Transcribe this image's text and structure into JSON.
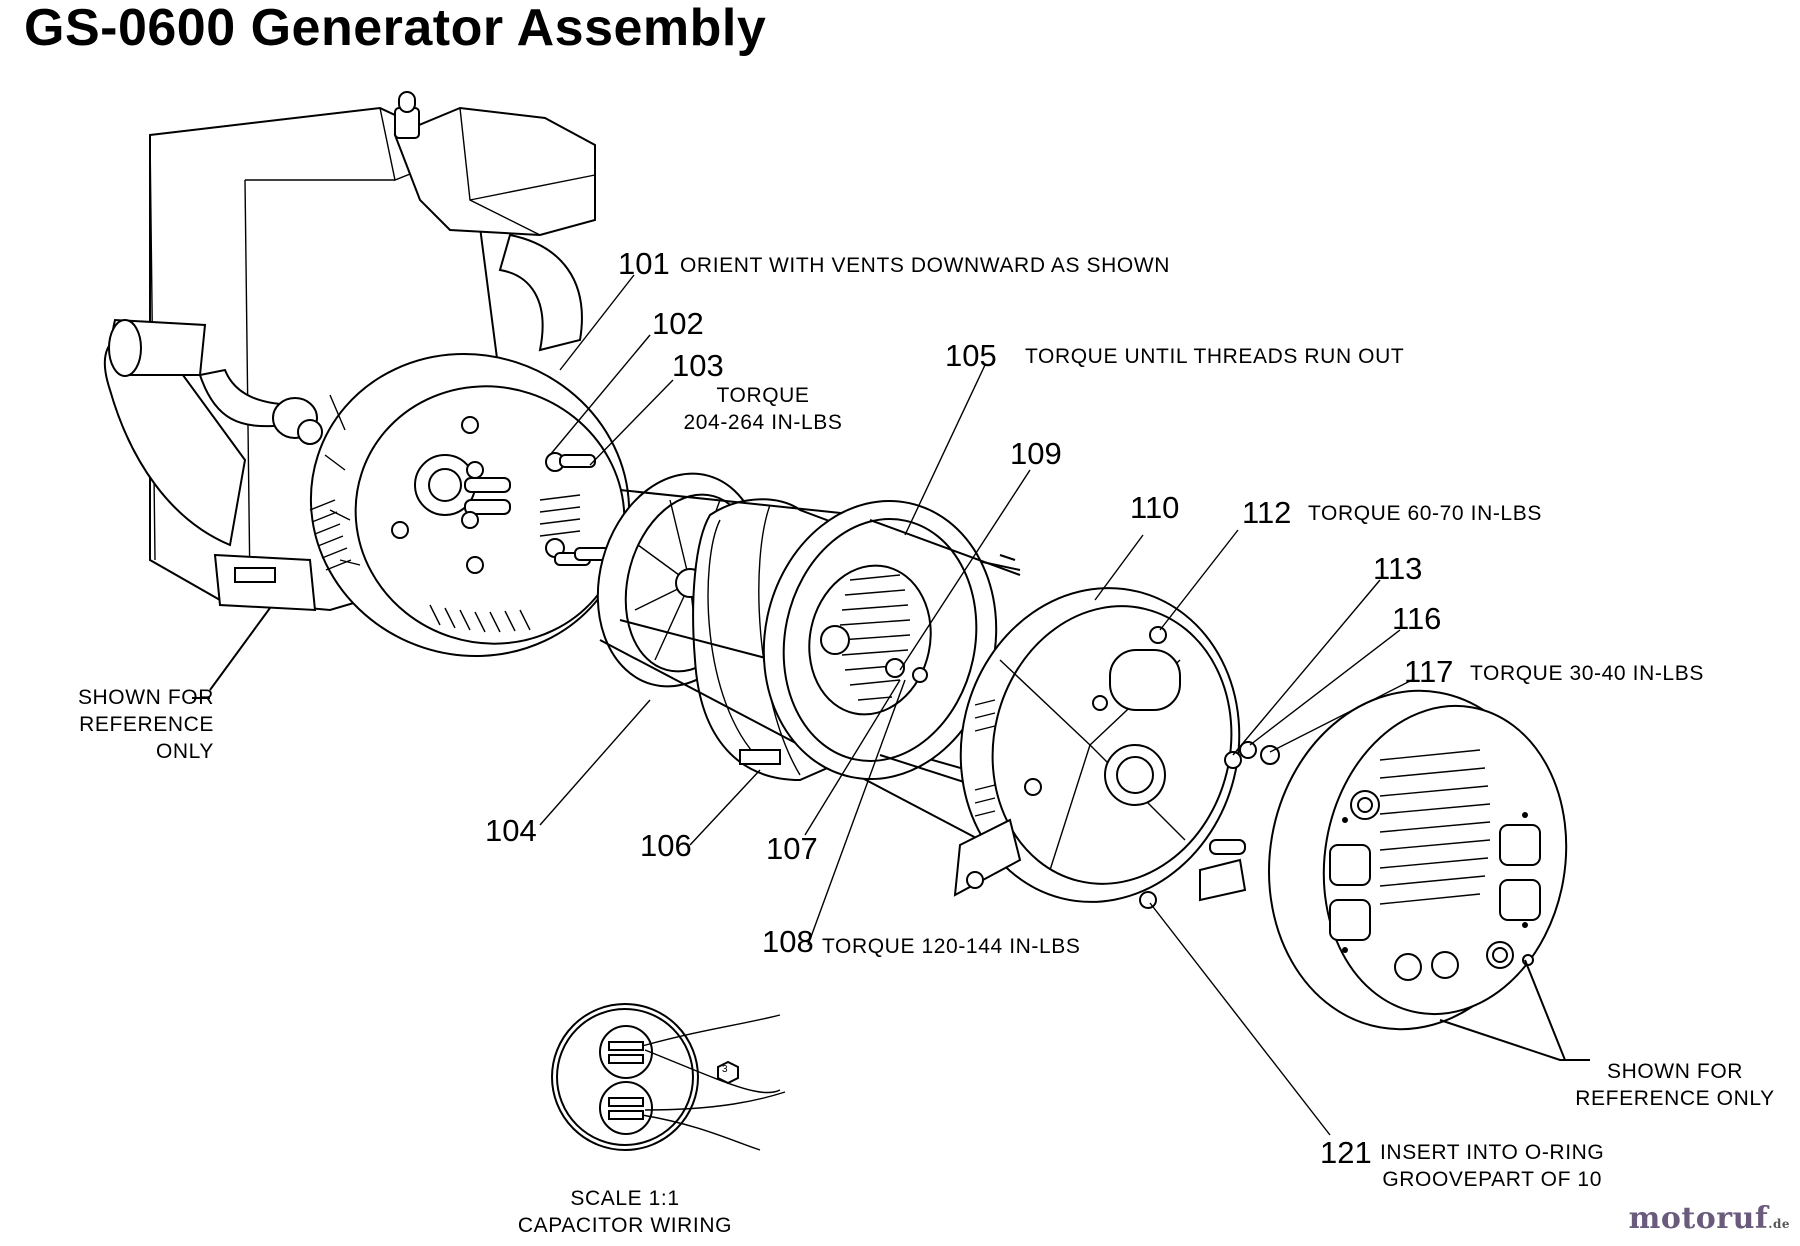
{
  "title": "GS-0600 Generator Assembly",
  "watermark": "motoruf",
  "watermark_suffix": ".de",
  "callouts": [
    {
      "id": "101",
      "note": "ORIENT  WITH  VENTS  DOWNWARD  AS  SHOWN"
    },
    {
      "id": "102",
      "note": ""
    },
    {
      "id": "103",
      "note": "TORQUE\n204-264 IN-LBS"
    },
    {
      "id": "104",
      "note": ""
    },
    {
      "id": "105",
      "note": "TORQUE UNTIL THREADS RUN OUT"
    },
    {
      "id": "106",
      "note": ""
    },
    {
      "id": "107",
      "note": ""
    },
    {
      "id": "108",
      "note": "TORQUE 120-144 IN-LBS"
    },
    {
      "id": "109",
      "note": ""
    },
    {
      "id": "110",
      "note": ""
    },
    {
      "id": "112",
      "note": "TORQUE 60-70 IN-LBS"
    },
    {
      "id": "113",
      "note": ""
    },
    {
      "id": "116",
      "note": ""
    },
    {
      "id": "117",
      "note": "TORQUE 30-40 IN-LBS"
    },
    {
      "id": "121",
      "note": "INSERT INTO O-RING\nGROOVEPART OF 10"
    }
  ],
  "reference_notes": [
    {
      "text": "SHOWN FOR\nREFERENCE ONLY"
    },
    {
      "text": "SHOWN FOR\nREFERENCE ONLY"
    }
  ],
  "capacitor_inset": {
    "scale": "SCALE 1:1",
    "caption": "CAPACITOR WIRING",
    "symbol": "3"
  },
  "icons": [
    "engine-drawing",
    "fan-drawing",
    "stator-drawing",
    "rotor-drawing",
    "end-bell-drawing",
    "control-panel-drawing",
    "capacitor-drawing"
  ]
}
